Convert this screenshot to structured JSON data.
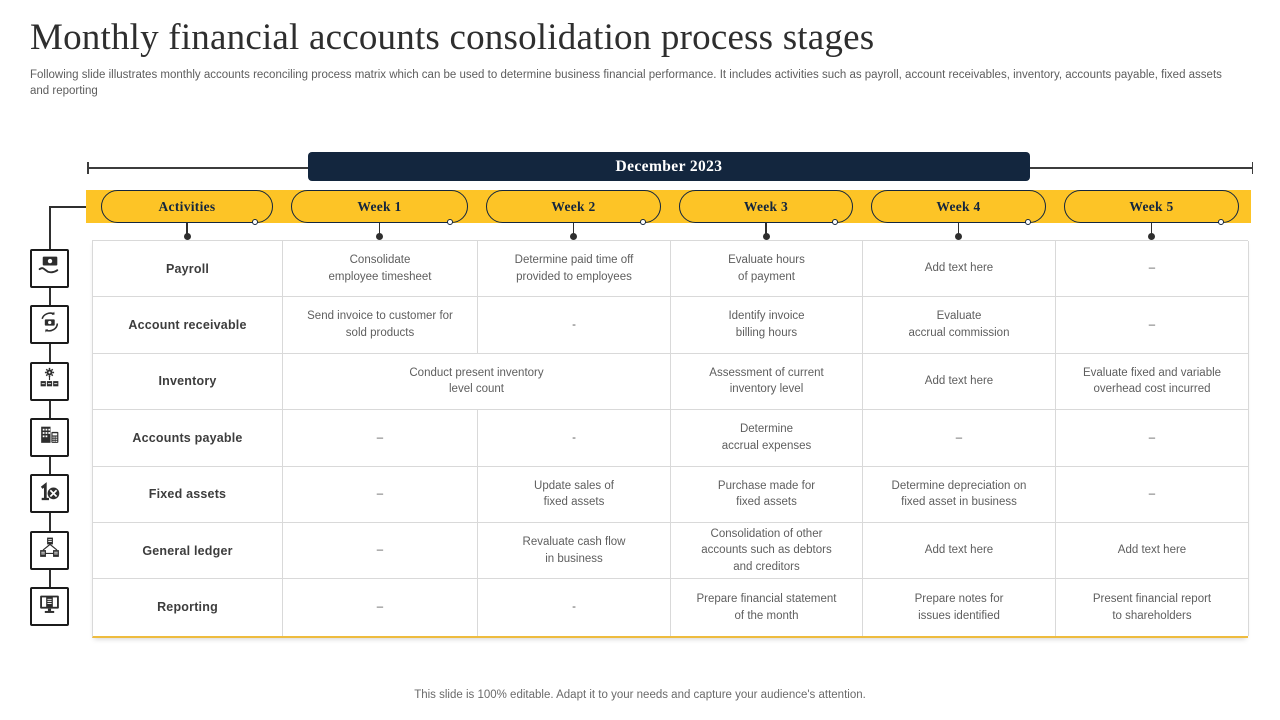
{
  "slide": {
    "title": "Monthly financial accounts consolidation process stages",
    "subtitle": "Following slide illustrates monthly accounts reconciling process matrix which can be used to determine business financial performance. It includes activities such as payroll, account receivables, inventory,  accounts payable, fixed assets and reporting",
    "footer": "This slide is 100% editable. Adapt it to your needs and capture your audience's attention."
  },
  "timeline": {
    "banner": "December 2023"
  },
  "colors": {
    "accent_yellow": "#FDC426",
    "navy": "#13263E",
    "table_border": "#D9D9D9",
    "cell_text": "#5E5E5E"
  },
  "header": {
    "columns": [
      "Activities",
      "Week 1",
      "Week 2",
      "Week 3",
      "Week 4",
      "Week 5"
    ]
  },
  "table": {
    "rows": [
      {
        "icon": "hand-banknote-icon",
        "activity": "Payroll",
        "cells": [
          {
            "text": "Consolidate\nemployee timesheet",
            "span": 1
          },
          {
            "text": "Determine paid time off\nprovided to employees",
            "span": 1
          },
          {
            "text": "Evaluate hours\nof payment",
            "span": 1
          },
          {
            "text": "Add text here",
            "span": 1
          },
          {
            "text": "–",
            "span": 1
          }
        ]
      },
      {
        "icon": "cash-cycle-icon",
        "activity": "Account receivable",
        "cells": [
          {
            "text": "Send invoice to customer for\nsold products",
            "span": 1
          },
          {
            "text": "-",
            "span": 1
          },
          {
            "text": "Identify invoice\nbilling hours",
            "span": 1
          },
          {
            "text": "Evaluate\naccrual commission",
            "span": 1
          },
          {
            "text": "–",
            "span": 1
          }
        ]
      },
      {
        "icon": "gear-boxes-icon",
        "activity": "Inventory",
        "cells": [
          {
            "text": "Conduct present inventory\nlevel count",
            "span": 2
          },
          {
            "text": "Assessment of current\ninventory level",
            "span": 1
          },
          {
            "text": "Add text here",
            "span": 1
          },
          {
            "text": "Evaluate fixed and variable\noverhead  cost incurred",
            "span": 1
          }
        ]
      },
      {
        "icon": "building-calculator-icon",
        "activity": "Accounts payable",
        "cells": [
          {
            "text": "–",
            "span": 1
          },
          {
            "text": "-",
            "span": 1
          },
          {
            "text": "Determine\naccrual expenses",
            "span": 1
          },
          {
            "text": "–",
            "span": 1
          },
          {
            "text": "–",
            "span": 1
          }
        ]
      },
      {
        "icon": "depreciation-tools-icon",
        "activity": "Fixed assets",
        "cells": [
          {
            "text": "–",
            "span": 1
          },
          {
            "text": "Update sales of\nfixed assets",
            "span": 1
          },
          {
            "text": "Purchase made for\nfixed assets",
            "span": 1
          },
          {
            "text": "Determine depreciation on\nfixed asset in business",
            "span": 1
          },
          {
            "text": "–",
            "span": 1
          }
        ]
      },
      {
        "icon": "ledger-network-icon",
        "activity": "General ledger",
        "cells": [
          {
            "text": "–",
            "span": 1
          },
          {
            "text": "Revaluate cash flow\nin business",
            "span": 1
          },
          {
            "text": "Consolidation of other\naccounts such as debtors\nand creditors",
            "span": 1
          },
          {
            "text": "Add text here",
            "span": 1
          },
          {
            "text": "Add text here",
            "span": 1
          }
        ]
      },
      {
        "icon": "report-monitor-icon",
        "activity": "Reporting",
        "cells": [
          {
            "text": "–",
            "span": 1
          },
          {
            "text": "-",
            "span": 1
          },
          {
            "text": "Prepare financial statement\nof the month",
            "span": 1
          },
          {
            "text": "Prepare notes for\nissues identified",
            "span": 1
          },
          {
            "text": "Present financial report\nto shareholders",
            "span": 1
          }
        ]
      }
    ]
  }
}
